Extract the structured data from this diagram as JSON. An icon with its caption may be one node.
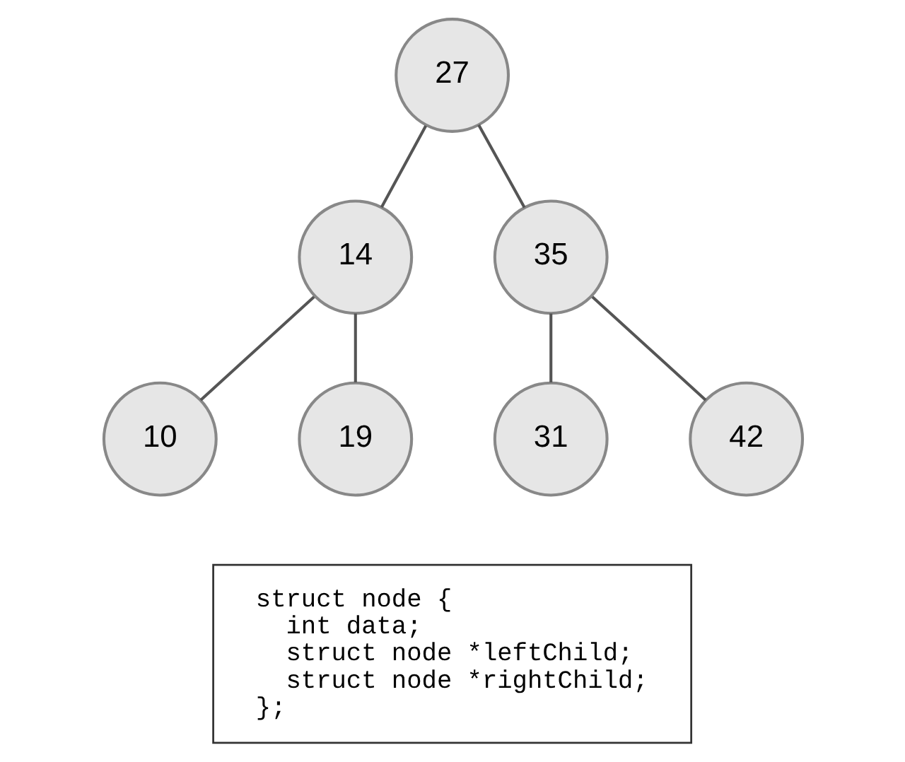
{
  "diagram": {
    "nodes": [
      {
        "text": [
          "27"
        ]
      },
      {
        "text": [
          "14"
        ]
      },
      {
        "text": [
          "35"
        ]
      },
      {
        "text": [
          "10"
        ]
      },
      {
        "text": [
          "19"
        ]
      },
      {
        "text": [
          "31"
        ]
      },
      {
        "text": [
          "42"
        ]
      },
      {
        "text": [
          "struct node {",
          "int data;",
          "struct node *leftChild;",
          "struct node *rightChild;",
          "};"
        ]
      }
    ],
    "edges": [
      {
        "from": 0,
        "to": 1,
        "arrow": "none"
      },
      {
        "from": 0,
        "to": 2,
        "arrow": "none"
      },
      {
        "from": 1,
        "to": 3,
        "arrow": "none"
      },
      {
        "from": 1,
        "to": 4,
        "arrow": "none"
      },
      {
        "from": 2,
        "to": 5,
        "arrow": "none"
      },
      {
        "from": 2,
        "to": 6,
        "arrow": "none"
      }
    ]
  }
}
